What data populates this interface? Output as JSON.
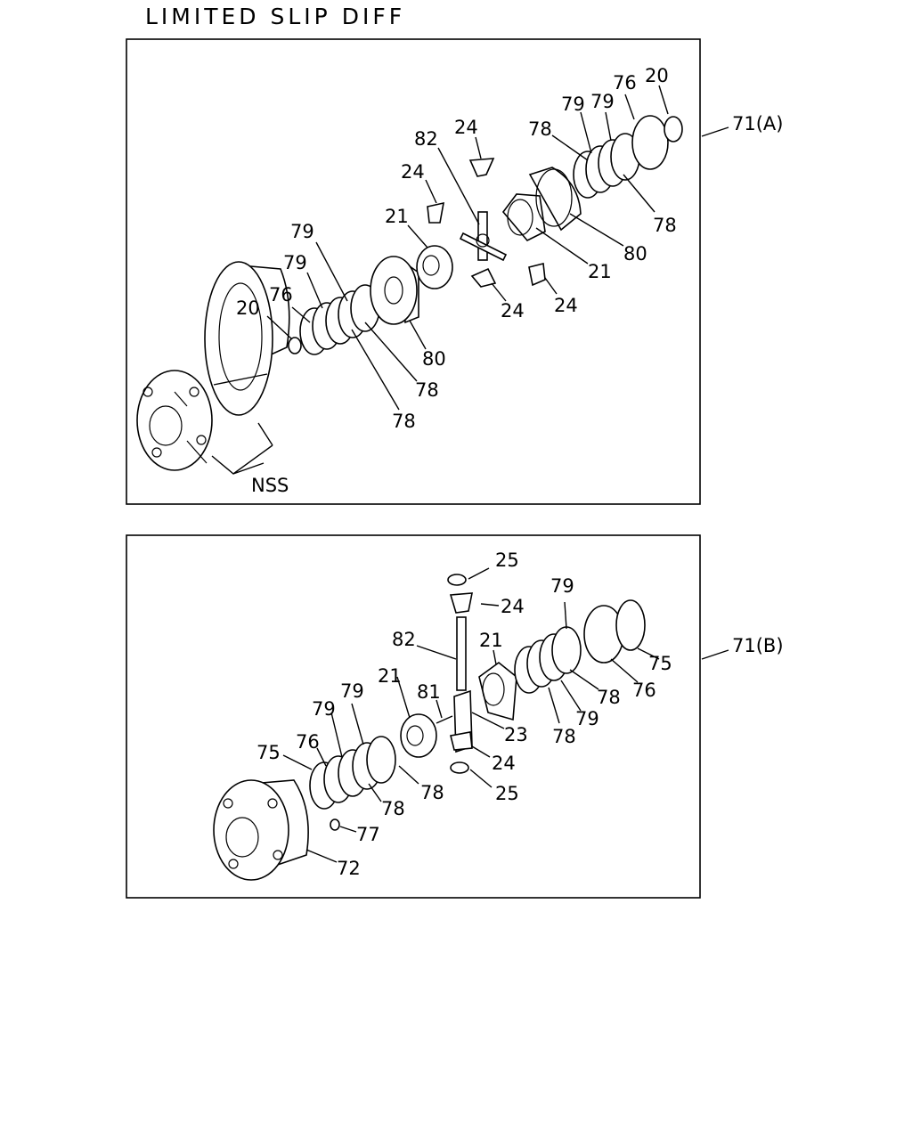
{
  "title": "LIMITED SLIP DIFF",
  "panels": [
    {
      "id": "71(A)",
      "label": "71(A)",
      "callouts": [
        "20",
        "76",
        "79",
        "79",
        "78",
        "78",
        "80",
        "21",
        "24",
        "82",
        "24",
        "24",
        "21",
        "80",
        "78",
        "79",
        "79",
        "76",
        "20",
        "24",
        "24",
        "78",
        "78",
        "NSS"
      ]
    },
    {
      "id": "71(B)",
      "label": "71(B)",
      "callouts": [
        "25",
        "24",
        "79",
        "82",
        "21",
        "75",
        "76",
        "78",
        "79",
        "78",
        "21",
        "81",
        "23",
        "24",
        "25",
        "75",
        "76",
        "79",
        "79",
        "78",
        "78",
        "77",
        "72"
      ]
    }
  ]
}
